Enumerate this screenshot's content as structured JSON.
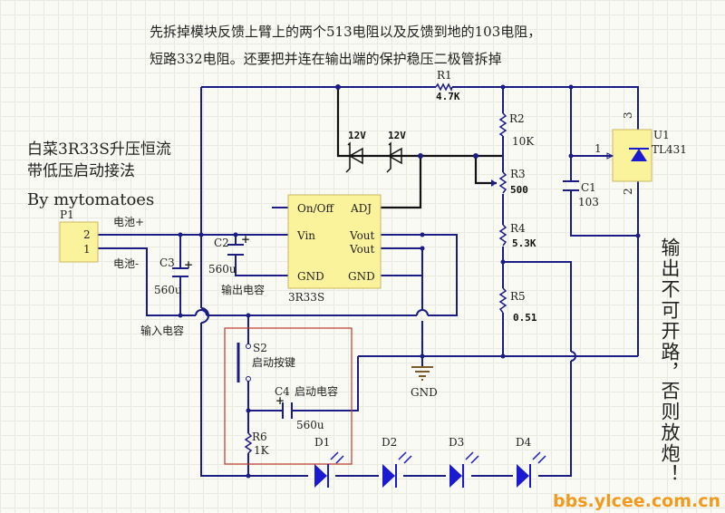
{
  "title_lines": [
    "先拆掉模块反馈上臂上的两个513电阻以及反馈到地的103电阻，",
    "短路332电阻。还要把并连在输出端的保护稳压二极管拆掉"
  ],
  "left_title": [
    "白菜3R33S升压恒流",
    "带低压启动接法"
  ],
  "author": "By mytomatoes",
  "warning": [
    "输出不可开路，",
    "否则放炮！"
  ],
  "watermark": "bbs.ylcee.com.cn",
  "components": {
    "P1": {
      "ref": "P1",
      "pins": [
        "2",
        "1"
      ],
      "pin_labels": [
        "电池+",
        "电池-"
      ]
    },
    "R1": {
      "ref": "R1",
      "value": "4.7K"
    },
    "R2": {
      "ref": "R2",
      "value": "10K"
    },
    "R3": {
      "ref": "R3",
      "value": "500"
    },
    "R4": {
      "ref": "R4",
      "value": "5.3K"
    },
    "R5": {
      "ref": "R5",
      "value": "0.51"
    },
    "R6": {
      "ref": "R6",
      "value": "1K"
    },
    "C1": {
      "ref": "C1",
      "value": "103"
    },
    "C2": {
      "ref": "C2",
      "value": "560u",
      "note": "输出电容"
    },
    "C3": {
      "ref": "C3",
      "value": "560u",
      "note": "输入电容"
    },
    "C4": {
      "ref": "C4",
      "value": "560u",
      "note": "启动电容"
    },
    "S2": {
      "ref": "S2",
      "note": "启动按键"
    },
    "Z1": {
      "value": "12V"
    },
    "Z2": {
      "value": "12V"
    },
    "U1": {
      "ref": "U1",
      "part": "TL431",
      "pins": [
        "1",
        "2",
        "3"
      ]
    },
    "module": {
      "name": "3R33S",
      "pins": [
        "On/Off",
        "ADJ",
        "Vin",
        "Vout",
        "Vout",
        "GND",
        "GND"
      ]
    },
    "gnd": "GND",
    "leds": [
      "D1",
      "D2",
      "D3",
      "D4"
    ]
  },
  "colors": {
    "wire": "#1c1c86",
    "component_fill": "#fbf29c",
    "led": "#1a1ad0",
    "highlight_box": "#c0392b",
    "watermark": "#f39a1e"
  }
}
